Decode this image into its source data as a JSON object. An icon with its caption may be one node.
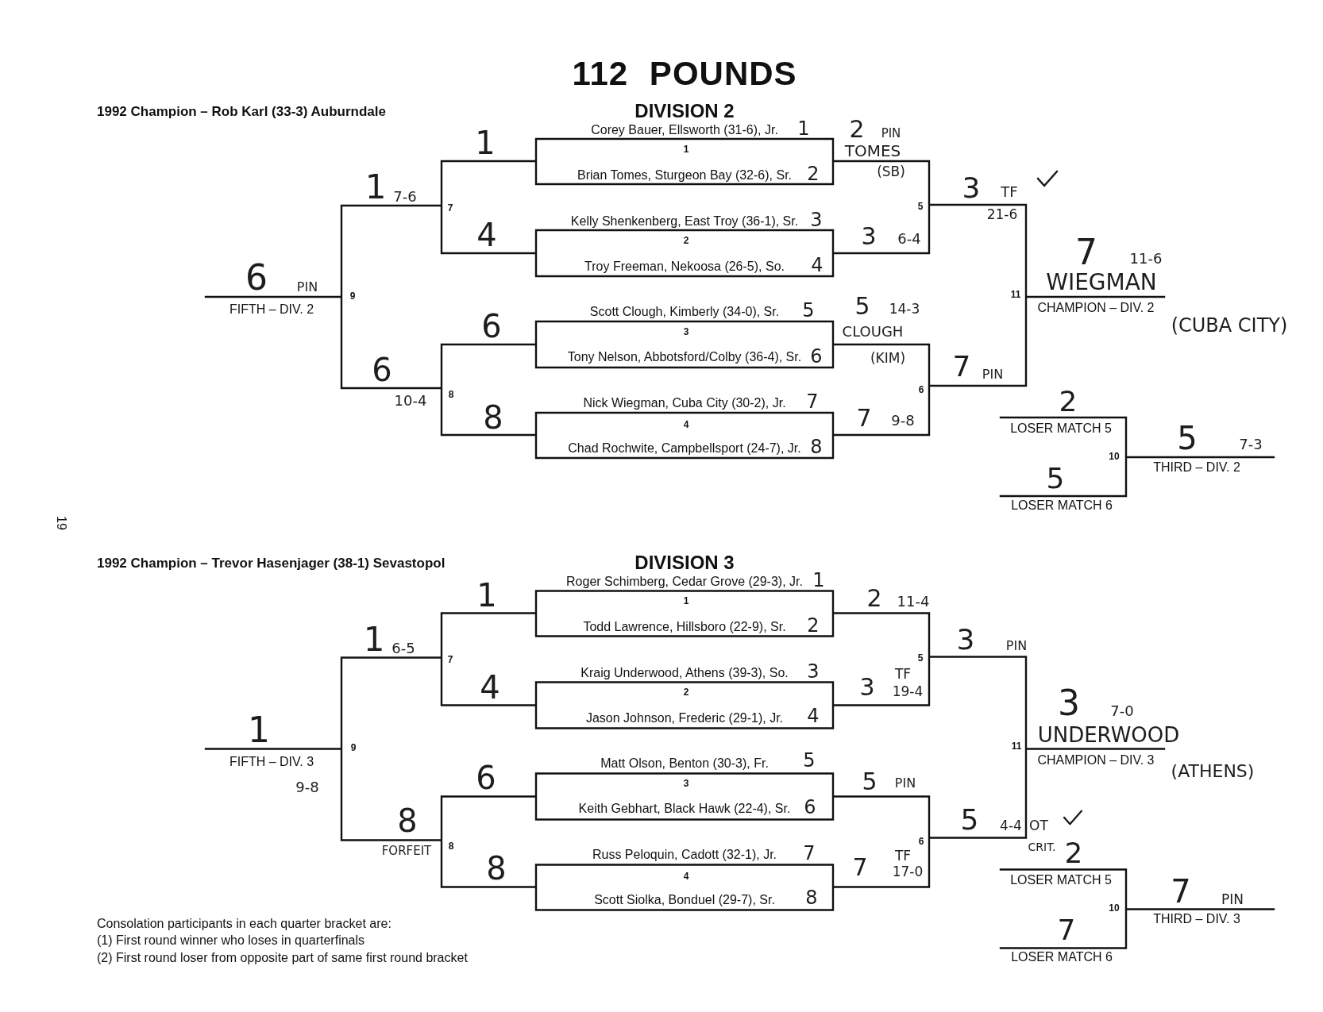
{
  "diagram": {
    "title": "112 POUNDS",
    "labels": [
      "1992 Champion – Rob Karl (33-3) Auburndale",
      "DIVISION 2",
      "Corey Bauer, Ellsworth (31-6), Jr.",
      "1",
      "2",
      "PIN",
      "1",
      "1",
      "TOMES",
      "Brian Tomes, Sturgeon Bay (32-6), Sr.",
      "2",
      "(SB)",
      "1",
      "7-6",
      "3",
      "TF",
      "7",
      "5",
      "21-6",
      "Kelly Shenkenberg, East Troy (36-1), Sr.",
      "3",
      "4",
      "2",
      "3",
      "6-4",
      "7",
      "11-6",
      "Troy Freeman, Nekoosa (26-5), So.",
      "4",
      "6",
      "PIN",
      "WIEGMAN",
      "9",
      "11",
      "FIFTH – DIV. 2",
      "Scott Clough, Kimberly (34-0), Sr.",
      "5",
      "5",
      "14-3",
      "CHAMPION – DIV. 2",
      "6",
      "3",
      "CLOUGH",
      "(CUBA CITY)",
      "Tony Nelson, Abbotsford/Colby (36-4), Sr.",
      "6",
      "(KIM)",
      "6",
      "7",
      "PIN",
      "10-4",
      "8",
      "Nick Wiegman, Cuba City (30-2), Jr.",
      "7",
      "6",
      "2",
      "8",
      "4",
      "7",
      "9-8",
      "LOSER MATCH 5",
      "Chad Rochwite, Campbellsport (24-7), Jr.",
      "8",
      "5",
      "7-3",
      "10",
      "THIRD – DIV. 2",
      "5",
      "LOSER MATCH 6",
      "19",
      "1992 Champion – Trevor Hasenjager (38-1) Sevastopol",
      "DIVISION 3",
      "Roger Schimberg, Cedar Grove (29-3), Jr.",
      "1",
      "1",
      "1",
      "2",
      "11-4",
      "Todd Lawrence, Hillsboro (22-9), Sr.",
      "2",
      "1",
      "6-5",
      "3",
      "PIN",
      "7",
      "5",
      "Kraig Underwood, Athens (39-3), So.",
      "3",
      "TF",
      "4",
      "2",
      "3",
      "19-4",
      "3",
      "7-0",
      "Jason Johnson, Frederic (29-1), Jr.",
      "4",
      "1",
      "UNDERWOOD",
      "9",
      "11",
      "FIFTH – DIV. 3",
      "Matt Olson, Benton (30-3), Fr.",
      "5",
      "CHAMPION – DIV. 3",
      "(ATHENS)",
      "9-8",
      "6",
      "3",
      "5",
      "PIN",
      "Keith Gebhart, Black Hawk (22-4), Sr.",
      "6",
      "8",
      "5",
      "4-4",
      "OT",
      "FORFEIT",
      "8",
      "Russ Peloquin, Cadott (32-1), Jr.",
      "7",
      "TF",
      "6",
      "CRIT.",
      "2",
      "8",
      "4",
      "7",
      "17-0",
      "LOSER MATCH 5",
      "Scott Siolka, Bonduel (29-7), Sr.",
      "8",
      "7",
      "PIN",
      "10",
      "Consolation participants in each quarter bracket are:",
      "THIRD – DIV. 3",
      "(1) First round winner who loses in quarterfinals",
      "7",
      "(2) First round loser from opposite part of same first round bracket",
      "LOSER MATCH 6"
    ]
  }
}
